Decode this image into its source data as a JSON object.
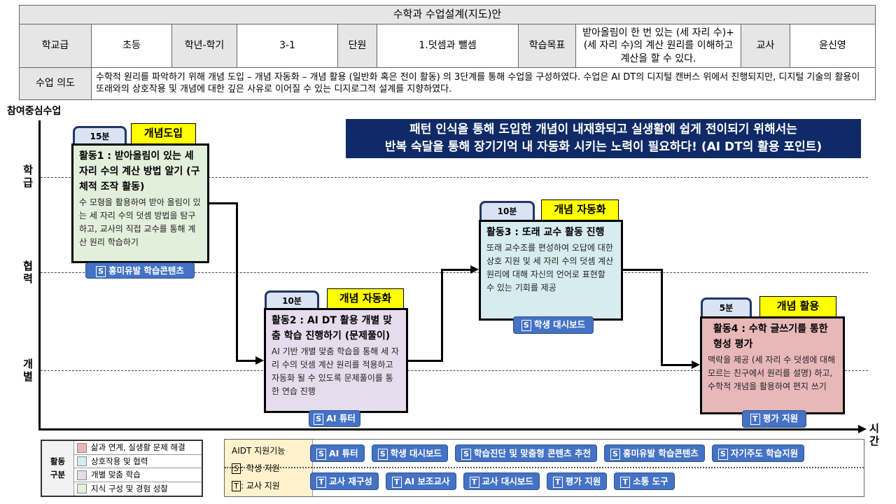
{
  "header": {
    "title": "수학과 수업설계(지도)안",
    "school_level_label": "학교급",
    "school_level": "초등",
    "grade_label": "학년-학기",
    "grade": "3-1",
    "unit_label": "단원",
    "unit": "1.덧셈과 뺄셈",
    "goal_label": "학습목표",
    "goal": "받아올림이 한 번 있는 (세 자리 수)+(세 자리 수)의 계산 원리를 이해하고 계산을 할 수 있다.",
    "teacher_label": "교사",
    "teacher": "윤신영",
    "intent_label": "수업 의도",
    "intent": "수학적 원리를 파악하기 위해 개념 도입 – 개념 자동화 – 개념 활용 (일반화 혹은 전이 활동) 의 3단계를 통해 수업을 구성하였다. 수업은 AI DT의 디지털 캔버스 위에서 진행되지만, 디지털 기술의 활용이 또래와의 상호작용 및 개념에 대한 깊은 사유로 이어질 수 있는 디지로그적 설계를 지향하였다."
  },
  "diagram": {
    "y_axis_title": "참여중심수업",
    "x_axis_label": "시간",
    "levels": [
      "학급",
      "협력",
      "개별"
    ],
    "banner_line1": "패턴 인식을 통해 도입한 개념이 내재화되고 실생활에 쉽게 전이되기 위해서는",
    "banner_line2": "반복 숙달을 통해 장기기억 내 자동화 시키는 노력이 필요하다! (AI DT의 활용 포인트)",
    "activities": [
      {
        "time": "15분",
        "stage": "개념도입",
        "title": "활동1 : 받아올림이 있는 세 자리 수의 계산 방법 알기 (구체적 조작 활동)",
        "desc": "수 모형을 활용하여 받아 올림이 있는 세 자리 수의 덧셈 방법을 탐구하고, 교사의 직접 교수를 통해 계산 원리 학습하기",
        "badge_type": "S",
        "badge": "흥미유발 학습콘텐츠",
        "color": "#e2efda"
      },
      {
        "time": "10분",
        "stage": "개념 자동화",
        "title": "활동2 : AI DT 활용 개별 맞춤 학습 진행하기 (문제풀이)",
        "desc": "AI 기반 개별 맞춤 학습을 통해 세 자리 수의 덧셈 계산 원리를 적용하고 자동화 될 수 있도록 문제풀이를 통한 연습 진행",
        "badge_type": "S",
        "badge": "AI 튜터",
        "color": "#e6dcec"
      },
      {
        "time": "10분",
        "stage": "개념 자동화",
        "title": "활동3 : 또래 교수 활동 진행",
        "desc": "또래 교수조를 편성하여 오답에 대한 상호 지원 및 세 자리 수의 덧셈 계산 원리에 대해 자신의 언어로 표현할 수 있는 기회를 제공",
        "badge_type": "S",
        "badge": "학생 대시보드",
        "color": "#d6ecef"
      },
      {
        "time": "5분",
        "stage": "개념 활용",
        "title": "활동4 : 수학 글쓰기를 통한 형성 평가",
        "desc": "맥락을 제공 (세 자리 수 덧셈에 대해 모르는 친구에서 원리를 설명) 하고, 수학적 개념을 활용하여 편지 쓰기",
        "badge_type": "T",
        "badge": "평가 지원",
        "color": "#e8b8b8"
      }
    ]
  },
  "legend": {
    "title1": "활동",
    "title2": "구분",
    "items": [
      {
        "label": "삶과 연계, 실생활 문제 해결",
        "color": "#e8b8b8"
      },
      {
        "label": "상호작용 및 협력",
        "color": "#d6ecef"
      },
      {
        "label": "개별 맞춤 학습",
        "color": "#e6dcec"
      },
      {
        "label": "지식 구성 및 경험 성찰",
        "color": "#e2efda"
      }
    ]
  },
  "aidt": {
    "title": "AIDT 지원기능",
    "s_key": "S",
    "s_label": ": 학생 지원",
    "t_key": "T",
    "t_label": ": 교사 지원",
    "student_features": [
      "AI 튜터",
      "학생 대시보드",
      "학습진단 및 맞춤형 콘텐츠 추천",
      "흥미유발 학습콘텐츠",
      "자기주도 학습지원"
    ],
    "teacher_features": [
      "교사 재구성",
      "AI 보조교사",
      "교사 대시보드",
      "평가 지원",
      "소통 도구"
    ]
  }
}
